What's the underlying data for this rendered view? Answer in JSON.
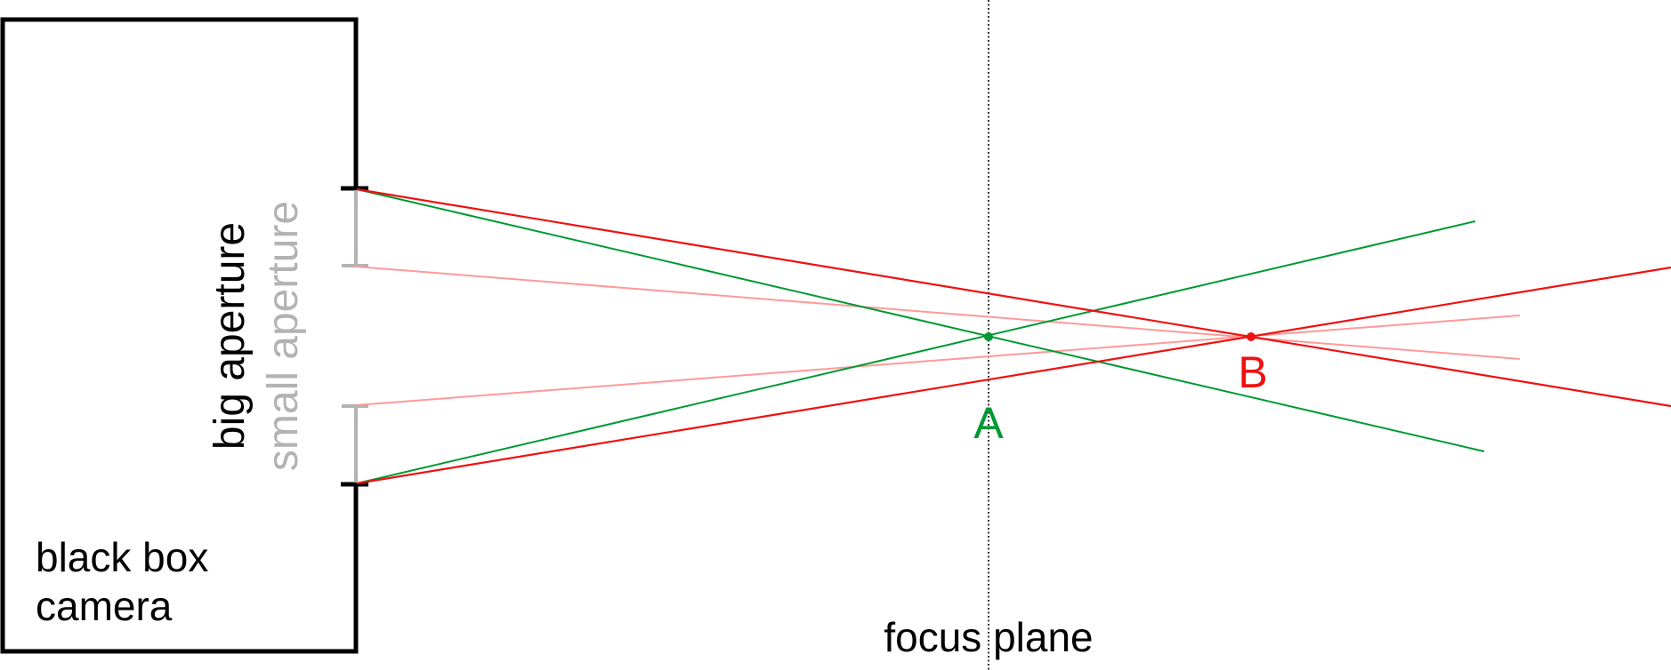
{
  "labels": {
    "camera_line1": "black box",
    "camera_line2": "camera",
    "big_aperture": "big aperture",
    "small_aperture": "small aperture",
    "point_a": "A",
    "point_b": "B",
    "focus_plane": "focus plane"
  },
  "colors": {
    "camera_outline": "#000000",
    "aperture_bracket": "#b3b3b3",
    "small_aperture_text": "#b3b3b3",
    "point_a": "#009933",
    "rays_a": "#009933",
    "point_b": "#ee1111",
    "rays_b_big": "#ee1111",
    "rays_b_small": "#ff9999",
    "focus_plane_line": "#000000"
  }
}
